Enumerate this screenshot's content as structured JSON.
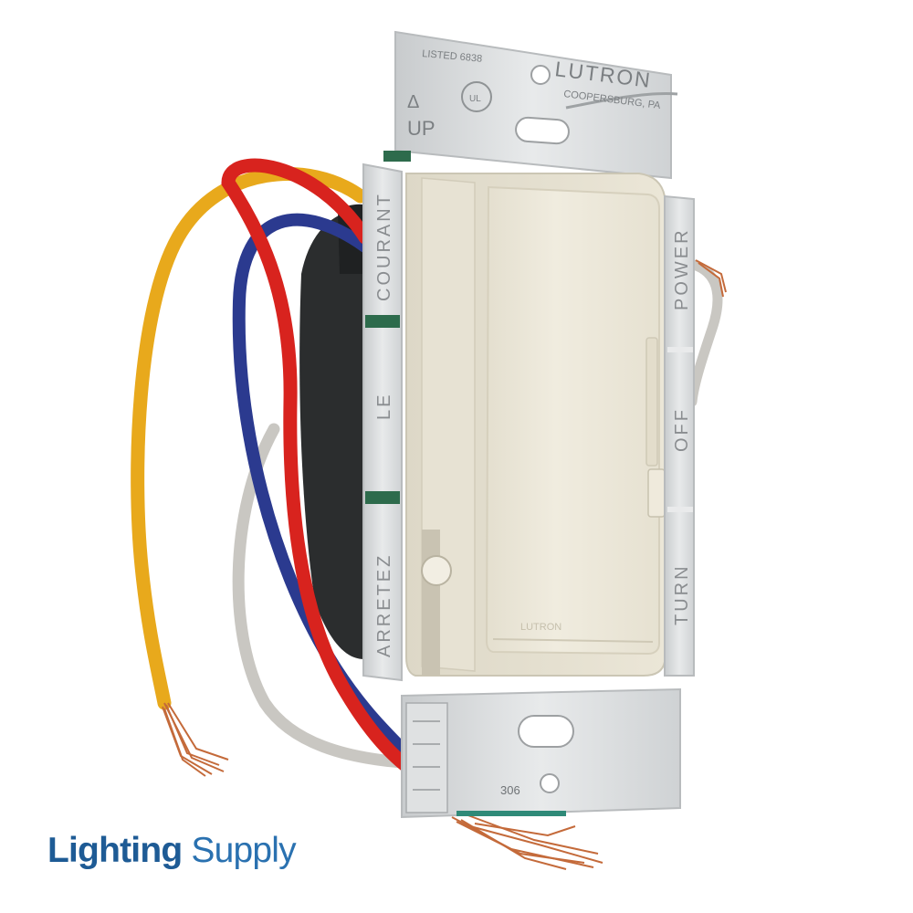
{
  "product": {
    "listing": "LISTED 6838",
    "maker": "LUTRON",
    "maker_city": "COOPERSBURG, PA",
    "ul": "UL",
    "up_arrow": "Δ",
    "up": "UP",
    "left_labels": [
      "COURANT",
      "LE",
      "ARRETEZ"
    ],
    "right_labels": [
      "POWER",
      "OFF",
      "TURN"
    ],
    "rocker_mark": "LUTRON",
    "bottom_code": "306"
  },
  "brand": {
    "word1": "Lighting",
    "word2": "Supply",
    "color_primary": "#1e5b95",
    "color_secondary": "#2a71b0"
  },
  "colors": {
    "yellow_wire": "#e8a91c",
    "red_wire": "#d8231e",
    "blue_wire": "#2b3a8f",
    "gray_wire": "#c9c7c2",
    "copper": "#c46a3a",
    "housing": "#2b2d2e",
    "strap": "#d9dbdc",
    "rocker": "#ece7d8"
  }
}
